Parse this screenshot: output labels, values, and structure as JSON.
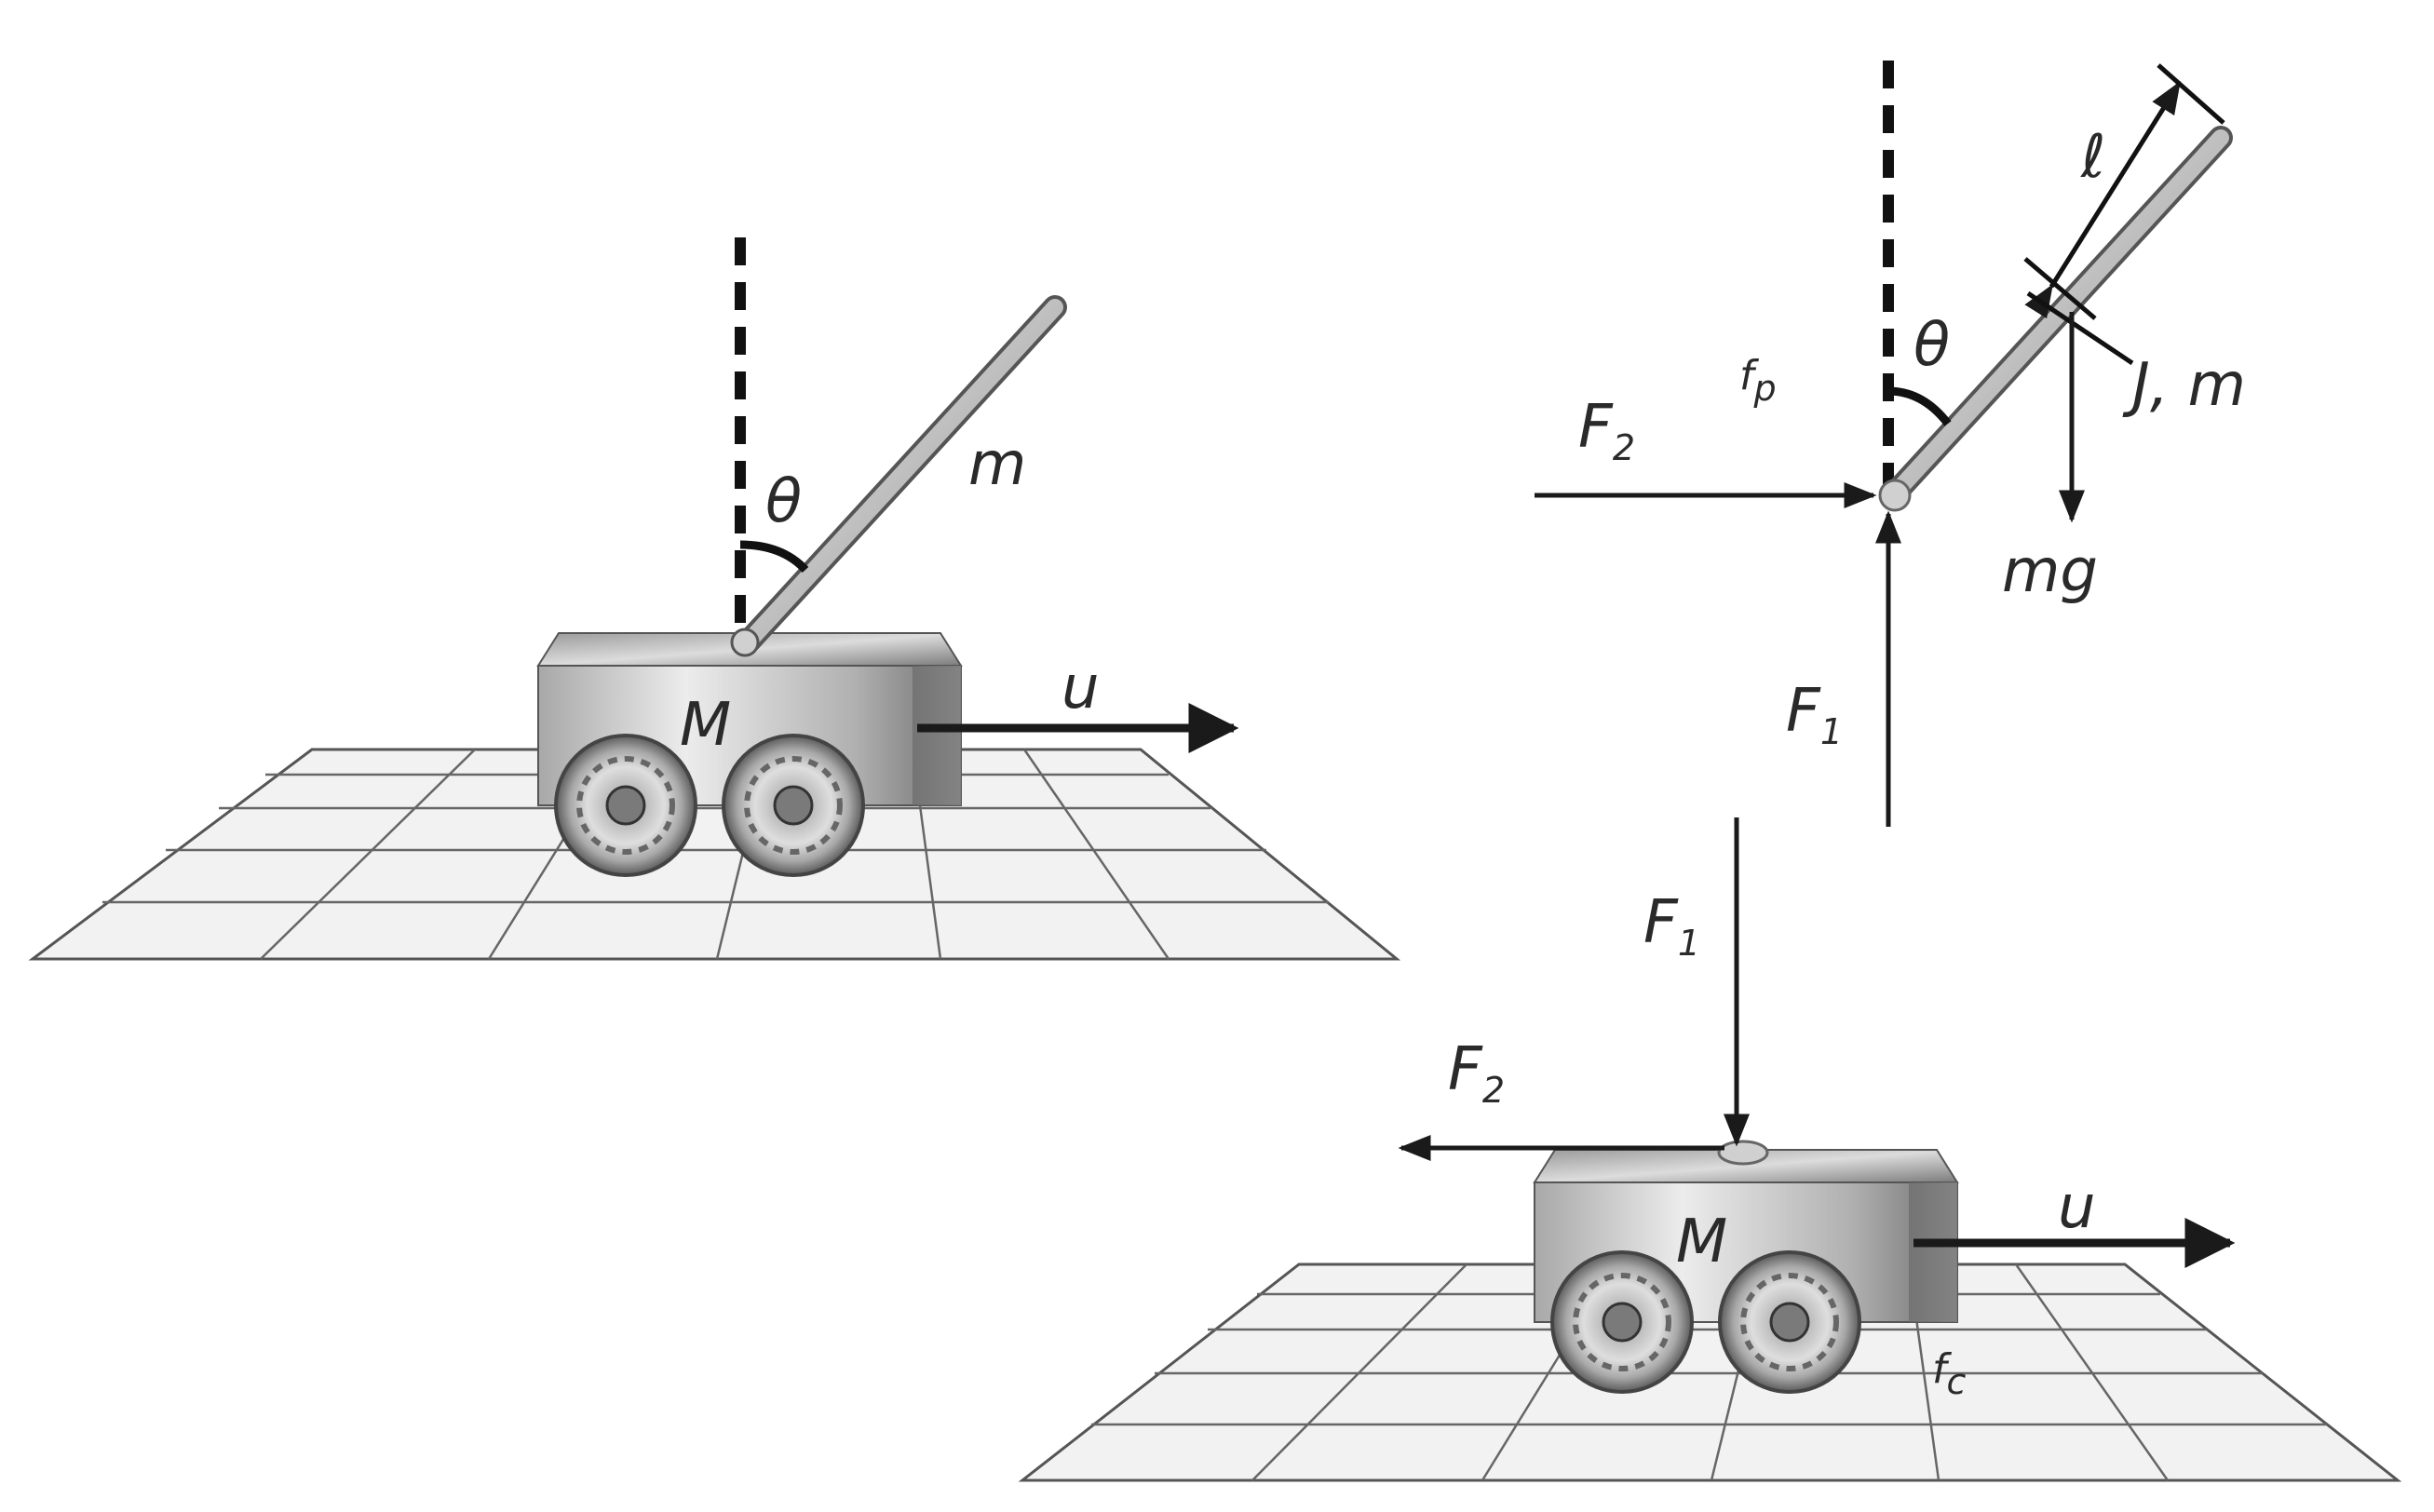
{
  "labels": {
    "theta": "θ",
    "pendulum_mass": "m",
    "cart_mass": "M",
    "control_input": "u",
    "force_horizontal": "F",
    "force_horizontal_sub": "2",
    "force_vertical": "F",
    "force_vertical_sub": "1",
    "pivot_friction": "f",
    "pivot_friction_sub": "p",
    "half_length": "ℓ",
    "inertia_mass": "J, m",
    "gravity_force": "mg",
    "cart_friction": "f",
    "cart_friction_sub": "c"
  },
  "colors": {
    "ink": "#1a1a1a",
    "cart_light": "#e2e2e2",
    "cart_dark": "#8a8a8a",
    "grid_line": "#555555",
    "grid_fill": "#f2f2f2"
  }
}
